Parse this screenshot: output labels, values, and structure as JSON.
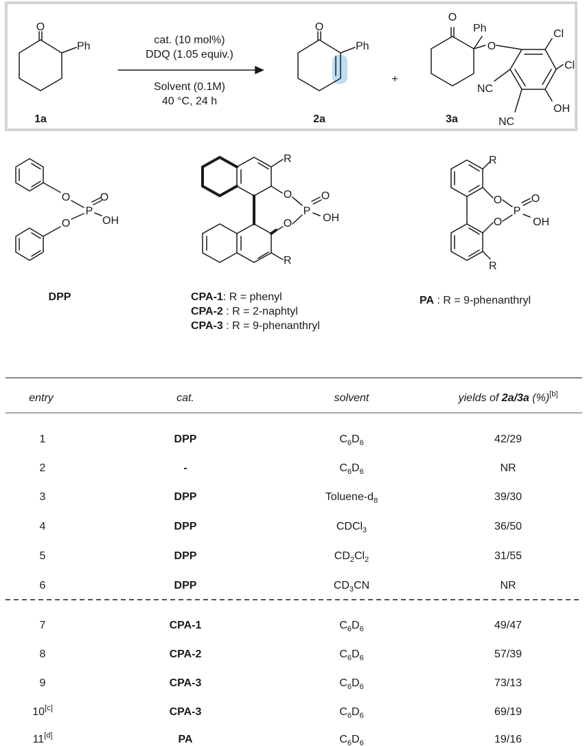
{
  "scheme": {
    "substrate_ph": "Ph",
    "substrate_o": "O",
    "substrate_label": "1a",
    "conditions_above": [
      "cat. (10 mol%)",
      "DDQ (1.05 equiv.)"
    ],
    "conditions_below": [
      "Solvent (0.1M)",
      "40 °C, 24 h"
    ],
    "product_label": "2a",
    "plus": "+",
    "byproduct_label": "3a",
    "atoms": {
      "o": "O",
      "ph": "Ph",
      "cl": "Cl",
      "cn": "NC",
      "oh": "OH",
      "p": "P",
      "r": "R"
    },
    "highlight_color": "#bcdff5"
  },
  "catalysts": {
    "dpp_label": "DPP",
    "cpa_defs": [
      {
        "name": "CPA-1",
        "sep": ":  R = phenyl"
      },
      {
        "name": "CPA-2",
        "sep": " : R = 2-naphtyl"
      },
      {
        "name": "CPA-3",
        "sep": " : R = 9-phenanthryl"
      }
    ],
    "pa_def": {
      "name": "PA",
      "sep": " : R = 9-phenanthryl"
    }
  },
  "table": {
    "headers": {
      "entry": "entry",
      "cat": "cat.",
      "solvent": "solvent",
      "yields_pre": "yields of ",
      "yields_bold": "2a/3a",
      "yields_post": " (%)",
      "yields_note": "[b]"
    },
    "rows": [
      {
        "entry": "1",
        "note": "",
        "cat": "DPP",
        "solvent": [
          [
            "C",
            ""
          ],
          [
            "6",
            "sub"
          ],
          [
            "D",
            ""
          ],
          [
            "6",
            "sub"
          ]
        ],
        "yields": "42/29"
      },
      {
        "entry": "2",
        "note": "",
        "cat": "-",
        "solvent": [
          [
            "C",
            ""
          ],
          [
            "6",
            "sub"
          ],
          [
            "D",
            ""
          ],
          [
            "6",
            "sub"
          ]
        ],
        "yields": "NR"
      },
      {
        "entry": "3",
        "note": "",
        "cat": "DPP",
        "solvent": [
          [
            "Toluene-d",
            ""
          ],
          [
            "8",
            "sub"
          ]
        ],
        "yields": "39/30"
      },
      {
        "entry": "4",
        "note": "",
        "cat": "DPP",
        "solvent": [
          [
            "CDCl",
            ""
          ],
          [
            "3",
            "sub"
          ]
        ],
        "yields": "36/50"
      },
      {
        "entry": "5",
        "note": "",
        "cat": "DPP",
        "solvent": [
          [
            "CD",
            ""
          ],
          [
            "2",
            "sub"
          ],
          [
            "Cl",
            ""
          ],
          [
            "2",
            "sub"
          ]
        ],
        "yields": "31/55"
      },
      {
        "entry": "6",
        "note": "",
        "cat": "DPP",
        "solvent": [
          [
            "CD",
            ""
          ],
          [
            "3",
            "sub"
          ],
          [
            "CN",
            ""
          ]
        ],
        "yields": "NR"
      },
      {
        "entry": "7",
        "note": "",
        "cat": "CPA-1",
        "solvent": [
          [
            "C",
            ""
          ],
          [
            "6",
            "sub"
          ],
          [
            "D",
            ""
          ],
          [
            "6",
            "sub"
          ]
        ],
        "yields": "49/47"
      },
      {
        "entry": "8",
        "note": "",
        "cat": "CPA-2",
        "solvent": [
          [
            "C",
            ""
          ],
          [
            "6",
            "sub"
          ],
          [
            "D",
            ""
          ],
          [
            "6",
            "sub"
          ]
        ],
        "yields": "57/39"
      },
      {
        "entry": "9",
        "note": "",
        "cat": "CPA-3",
        "solvent": [
          [
            "C",
            ""
          ],
          [
            "6",
            "sub"
          ],
          [
            "D",
            ""
          ],
          [
            "6",
            "sub"
          ]
        ],
        "yields": "73/13"
      },
      {
        "entry": "10",
        "note": "[c]",
        "cat": "CPA-3",
        "solvent": [
          [
            "C",
            ""
          ],
          [
            "6",
            "sub"
          ],
          [
            "D",
            ""
          ],
          [
            "6",
            "sub"
          ]
        ],
        "yields": "69/19"
      },
      {
        "entry": "11",
        "note": "[d]",
        "cat": "PA",
        "solvent": [
          [
            "C",
            ""
          ],
          [
            "6",
            "sub"
          ],
          [
            "D",
            ""
          ],
          [
            "6",
            "sub"
          ]
        ],
        "yields": "19/16"
      }
    ]
  }
}
